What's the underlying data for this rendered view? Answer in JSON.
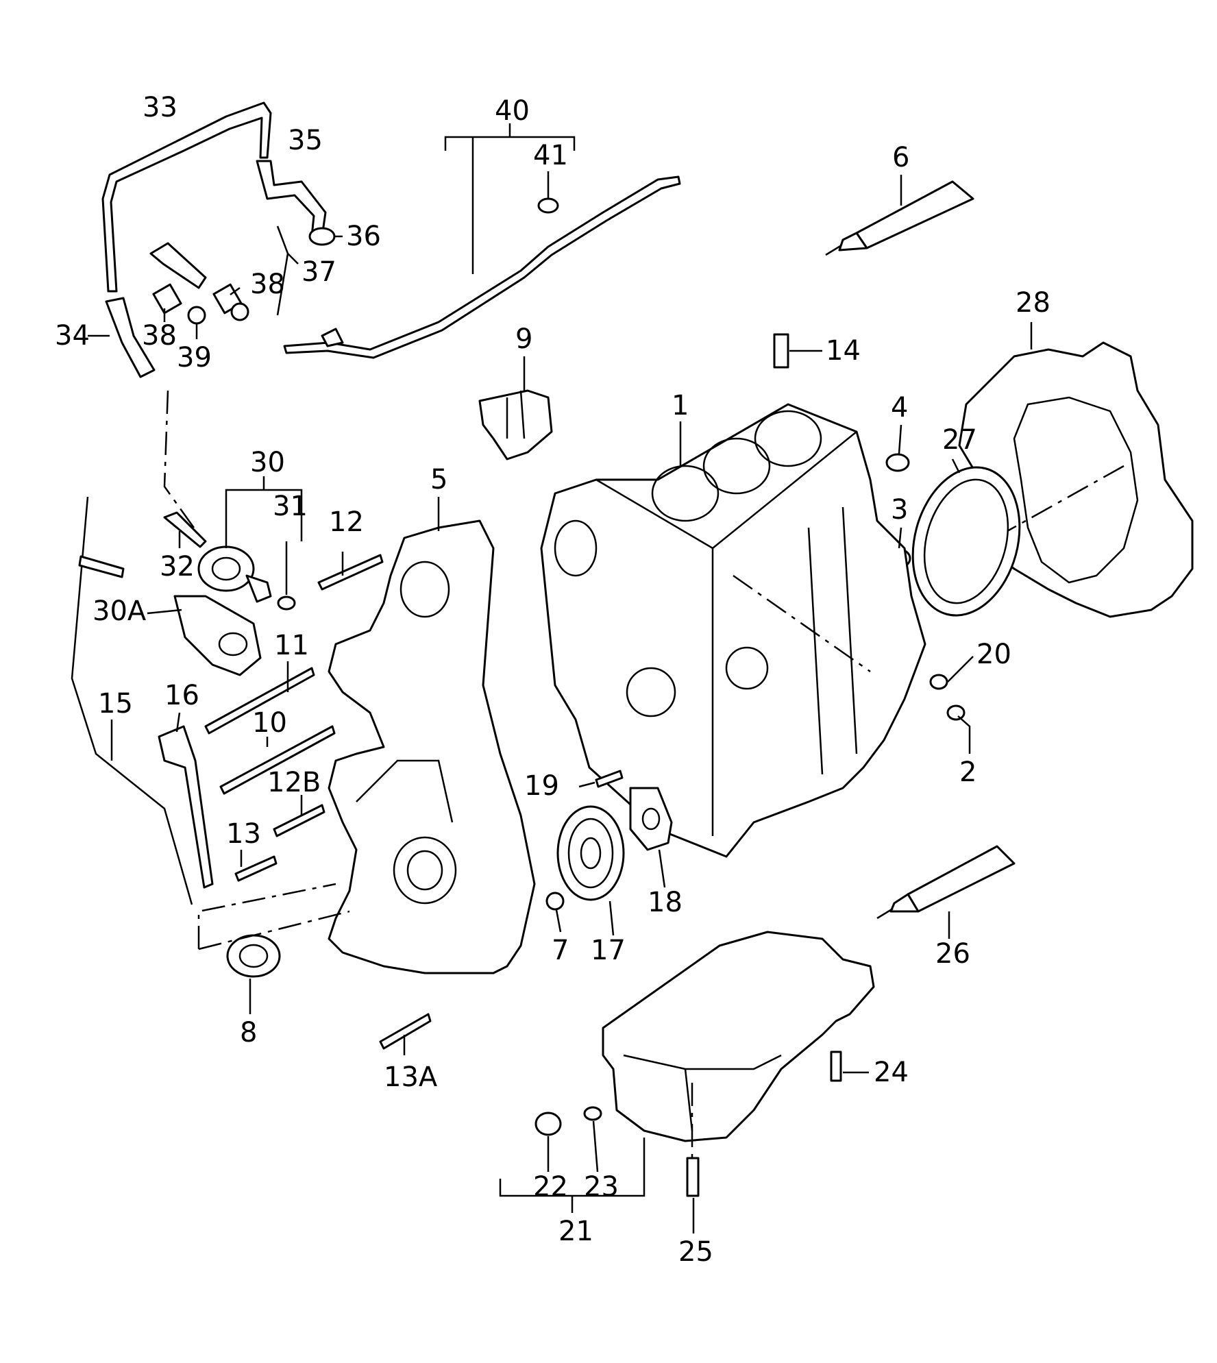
{
  "callouts": {
    "c1": "1",
    "c2": "2",
    "c3": "3",
    "c4": "4",
    "c5": "5",
    "c6": "6",
    "c7": "7",
    "c8": "8",
    "c9": "9",
    "c10": "10",
    "c11": "11",
    "c12": "12",
    "c12B": "12B",
    "c13": "13",
    "c13A": "13A",
    "c14": "14",
    "c15": "15",
    "c16": "16",
    "c17": "17",
    "c18": "18",
    "c19": "19",
    "c20": "20",
    "c21": "21",
    "c22": "22",
    "c23": "23",
    "c24": "24",
    "c25": "25",
    "c26": "26",
    "c27": "27",
    "c28": "28",
    "c30": "30",
    "c30A": "30A",
    "c31": "31",
    "c32": "32",
    "c33": "33",
    "c34": "34",
    "c35": "35",
    "c36": "36",
    "c37": "37",
    "c38a": "38",
    "c38b": "38",
    "c39": "39",
    "c40": "40",
    "c41": "41"
  }
}
